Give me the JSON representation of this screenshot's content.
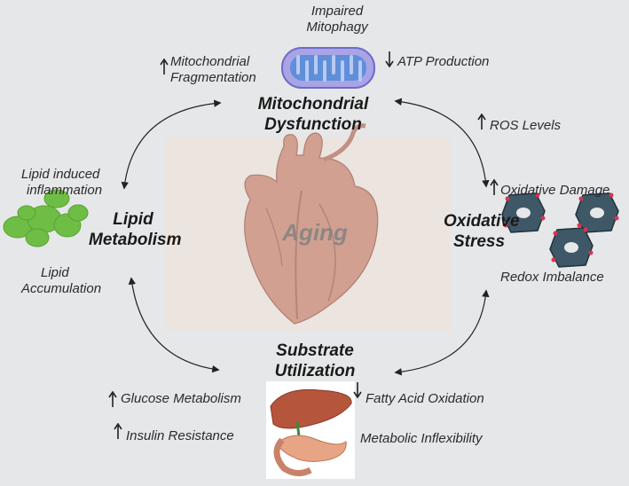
{
  "center": {
    "label": "Aging"
  },
  "nodes": {
    "mitochondrial": {
      "title_line1": "Mitochondrial",
      "title_line2": "Dysfunction"
    },
    "oxidative": {
      "title_line1": "Oxidative",
      "title_line2": "Stress"
    },
    "substrate": {
      "title_line1": "Substrate",
      "title_line2": "Utilization"
    },
    "lipid": {
      "title_line1": "Lipid",
      "title_line2": "Metabolism"
    }
  },
  "annotations": {
    "impaired_mitophagy": [
      "Impaired",
      "Mitophagy"
    ],
    "mito_fragmentation": [
      "Mitochondrial",
      "Fragmentation"
    ],
    "atp_production": "ATP Production",
    "ros_levels": "ROS Levels",
    "oxidative_damage": "Oxidative Damage",
    "redox_imbalance": "Redox Imbalance",
    "fatty_acid_oxidation": "Fatty Acid Oxidation",
    "metabolic_inflexibility": "Metabolic Inflexibility",
    "glucose_metabolism": "Glucose Metabolism",
    "insulin_resistance": "Insulin Resistance",
    "lipid_inflammation": [
      "Lipid induced",
      "inflammation"
    ],
    "lipid_accumulation": [
      "Lipid",
      "Accumulation"
    ]
  },
  "colors": {
    "background": "#e6e7e8",
    "panel": "#ebe4df",
    "mito_outer": "#8e8ad8",
    "mito_inner": "#5f8fd8",
    "lipid_green": "#6ebd45",
    "oxidative_block": "#3f5868",
    "oxidative_dot": "#d6354f",
    "heart": "#c98a78",
    "liver": "#b5553c",
    "pancreas": "#e8a586"
  }
}
